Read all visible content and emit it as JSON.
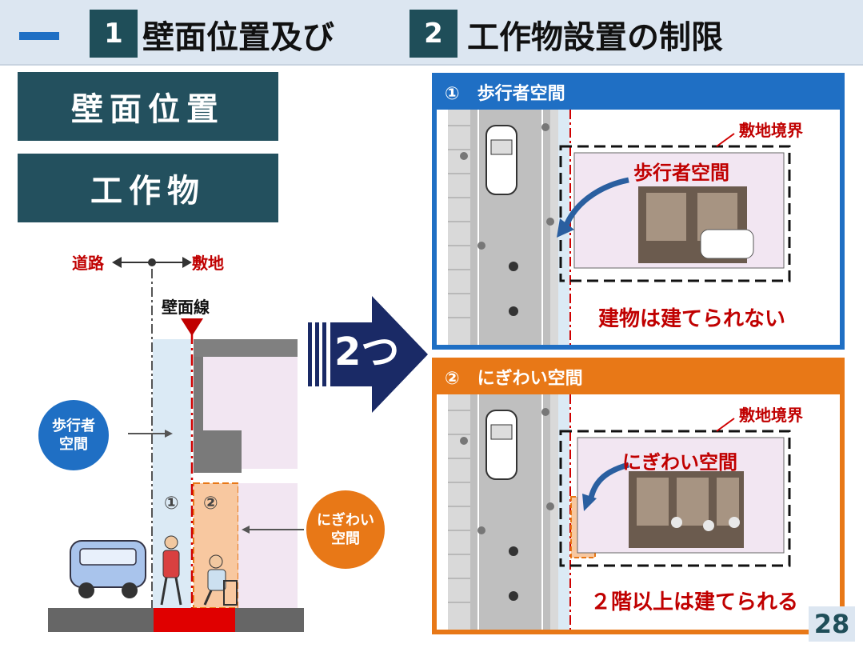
{
  "header": {
    "num1": "1",
    "title1": "壁面位置及び",
    "num2": "2",
    "title2": "工作物設置の制限"
  },
  "left": {
    "label_wall": "壁面位置",
    "label_structure": "工作物",
    "road_label": "道路",
    "site_label": "敷地",
    "wall_line_label": "壁面線",
    "pedestrian_circle": "歩行者\n空間",
    "nigiwai_circle": "にぎわい\n空間",
    "zone1": "①",
    "zone2": "②"
  },
  "arrow": {
    "label": "2つ"
  },
  "panel1": {
    "title": "①　歩行者空間",
    "boundary": "敷地境界",
    "photo_caption": "歩行者空間",
    "note": "建物は建てられない"
  },
  "panel2": {
    "title": "②　にぎわい空間",
    "boundary": "敷地境界",
    "photo_caption": "にぎわい空間",
    "note": "２階以上は建てられる"
  },
  "page_number": "28",
  "colors": {
    "header_bg": "#dce6f1",
    "dark_teal": "#1f4e59",
    "blue": "#1f6fc4",
    "orange": "#e87817",
    "red": "#c00000",
    "navy_arrow": "#1a2a66"
  }
}
